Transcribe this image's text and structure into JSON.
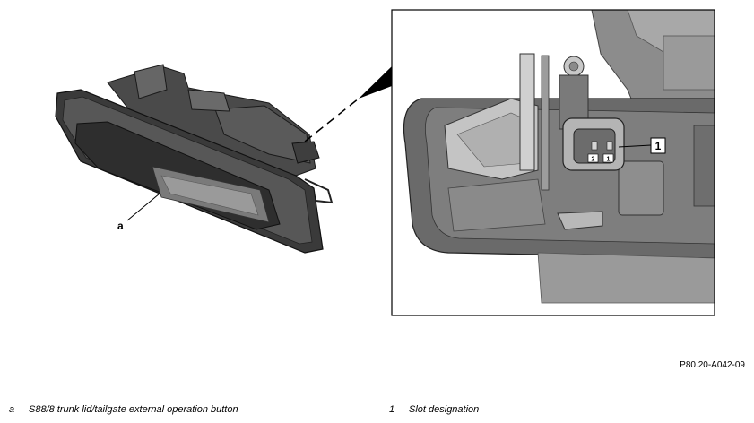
{
  "figure": {
    "figure_code": "P80.20-A042-09",
    "callouts": {
      "overview": "a",
      "detail": "1"
    },
    "connector_pins": [
      "2",
      "1"
    ]
  },
  "legend": [
    {
      "key": "a",
      "text": "S88/8 trunk lid/tailgate external operation button"
    },
    {
      "key": "1",
      "text": "Slot designation"
    }
  ]
}
